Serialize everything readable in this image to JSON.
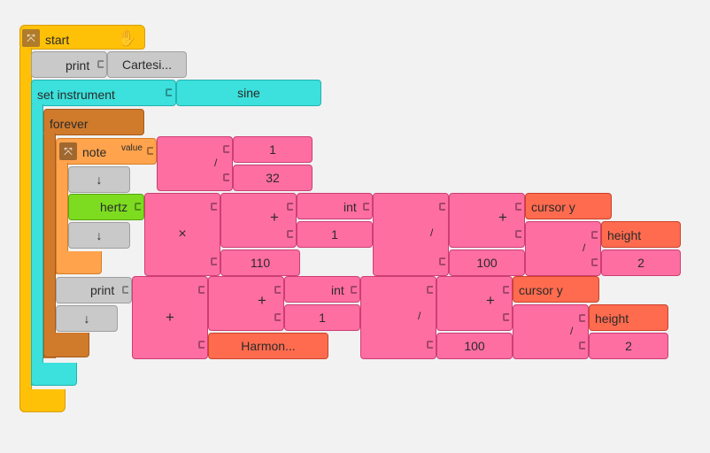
{
  "colors": {
    "background": "#f2f2f2",
    "start": "#ffc107",
    "flow": "#c9c9c9",
    "instrument": "#3ce0dc",
    "forever": "#d07a2c",
    "note": "#ffa34d",
    "hertz": "#7ddc1f",
    "math": "#ff6ea1",
    "sensor": "#ff6b4f"
  },
  "start": {
    "label": "start",
    "icon": "collapse-icon",
    "hand": "hand-icon"
  },
  "print1": {
    "label": "print",
    "arg": "Cartesi..."
  },
  "set_instrument": {
    "label": "set instrument",
    "value": "sine"
  },
  "forever": {
    "label": "forever"
  },
  "note": {
    "label": "note",
    "value_label": "value",
    "icon": "collapse-icon",
    "div_op": "/",
    "num": "1",
    "den": "32",
    "down1": "↓",
    "hertz_label": "hertz",
    "down2": "↓"
  },
  "hertz_expr": {
    "mul_op": "×",
    "plus_op": "+",
    "int_label": "int",
    "one": "1",
    "const": "110",
    "div_op": "/",
    "hundred": "100",
    "plus2": "+",
    "cursor": "cursor y",
    "div2": "/",
    "height": "height",
    "two": "2"
  },
  "print2": {
    "label": "print",
    "down": "↓",
    "plus_op": "+",
    "plus_inner": "+",
    "int_label": "int",
    "one": "1",
    "text": "Harmon...",
    "div_op": "/",
    "hundred": "100",
    "plus2": "+",
    "cursor": "cursor y",
    "div2": "/",
    "height": "height",
    "two": "2"
  }
}
